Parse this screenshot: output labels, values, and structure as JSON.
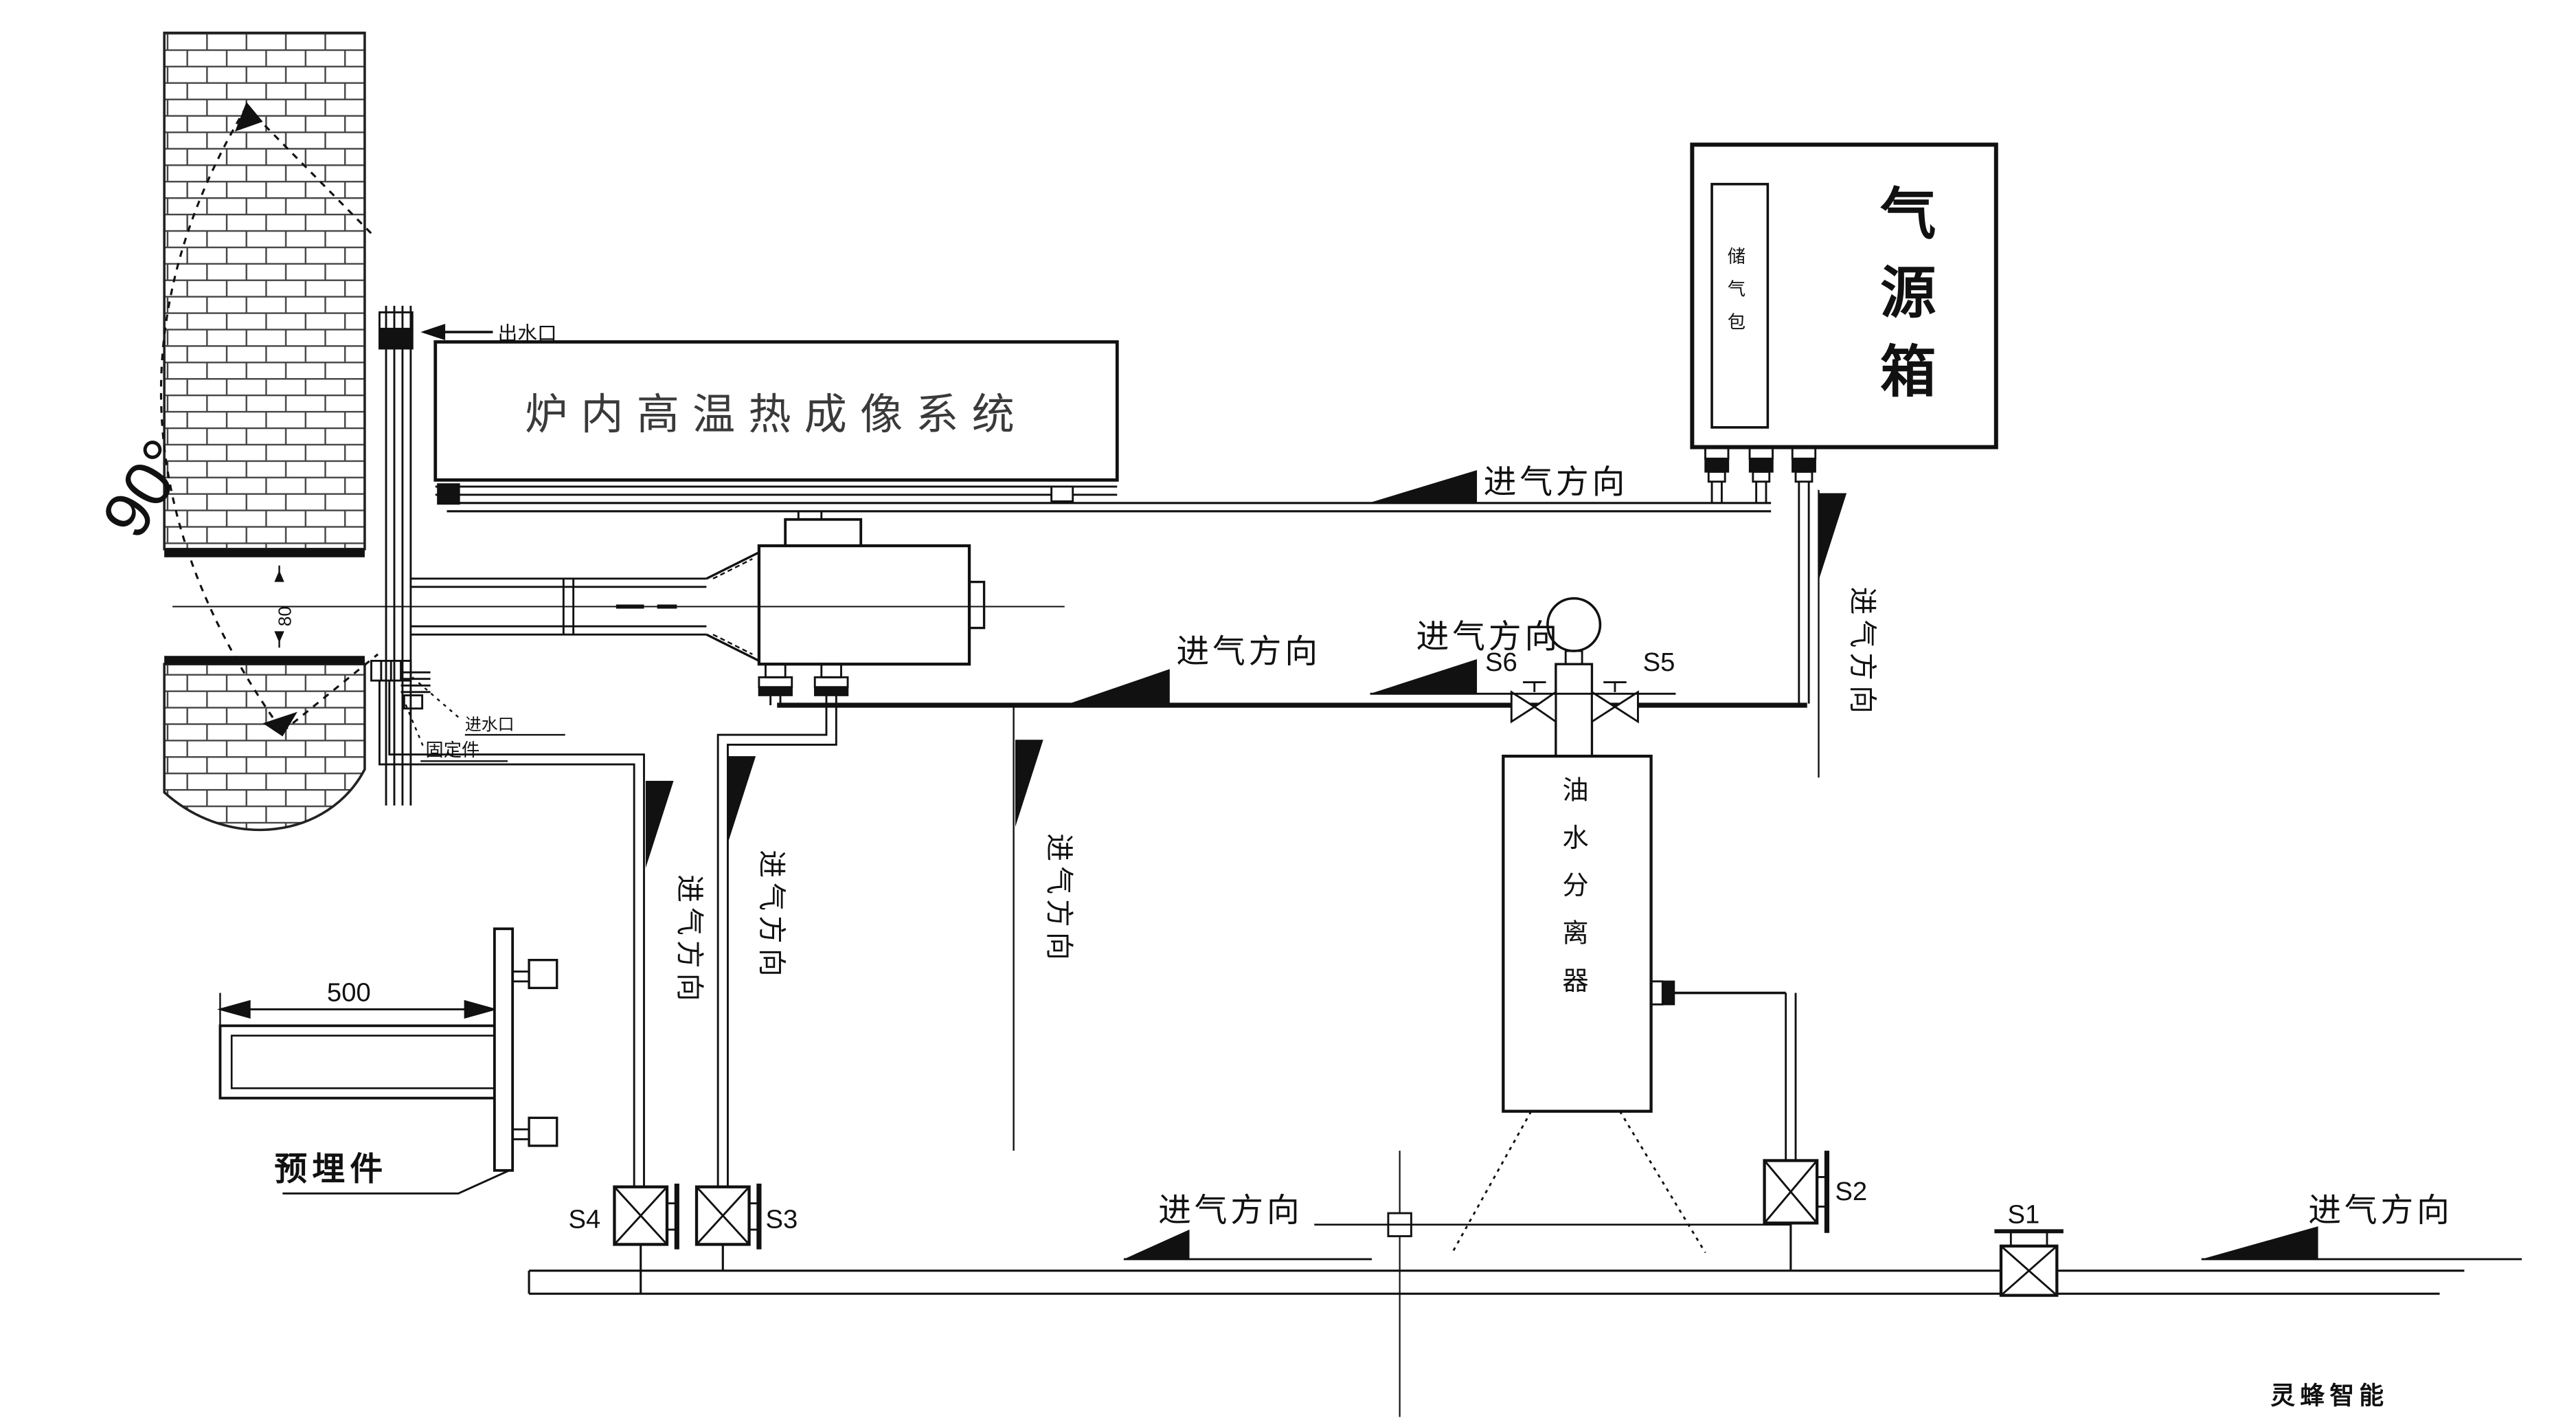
{
  "labels": {
    "flow_direction": "进气方向",
    "system_title": "炉内高温热成像系统",
    "gas_source_box": "气源箱",
    "gas_storage": "储气包",
    "oil_water_separator": "油水分离器",
    "embedded_part": "预埋件",
    "water_outlet": "出水口",
    "water_inlet": "进水口",
    "fixing_part": "固定件",
    "watermark": "灵蜂智能"
  },
  "valves": {
    "s1": "S1",
    "s2": "S2",
    "s3": "S3",
    "s4": "S4",
    "s5": "S5",
    "s6": "S6"
  },
  "dimensions": {
    "embed_width": "500",
    "port_size": "80",
    "view_angle": "90°"
  }
}
